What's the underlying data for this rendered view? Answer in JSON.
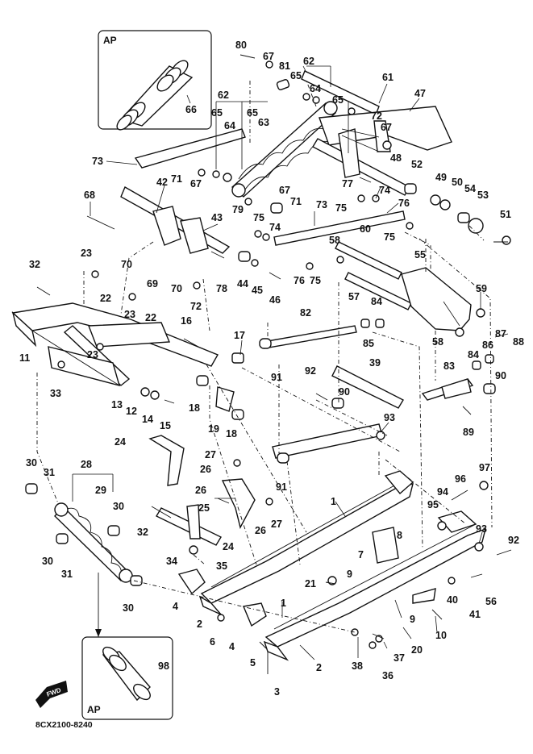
{
  "diagram": {
    "drawing_code": "8CX2100-8240",
    "inset_label": "AP",
    "direction_label": "FWD",
    "callouts": [
      "1",
      "2",
      "3",
      "4",
      "5",
      "6",
      "7",
      "8",
      "9",
      "10",
      "11",
      "12",
      "13",
      "14",
      "15",
      "16",
      "17",
      "18",
      "19",
      "20",
      "21",
      "22",
      "23",
      "24",
      "25",
      "26",
      "27",
      "28",
      "29",
      "30",
      "31",
      "32",
      "33",
      "34",
      "35",
      "36",
      "37",
      "38",
      "39",
      "40",
      "41",
      "42",
      "43",
      "44",
      "45",
      "46",
      "47",
      "48",
      "49",
      "50",
      "51",
      "52",
      "53",
      "54",
      "55",
      "56",
      "57",
      "58",
      "59",
      "60",
      "61",
      "62",
      "63",
      "64",
      "65",
      "66",
      "67",
      "68",
      "69",
      "70",
      "71",
      "72",
      "73",
      "74",
      "75",
      "76",
      "77",
      "78",
      "79",
      "80",
      "81",
      "82",
      "83",
      "84",
      "85",
      "86",
      "87",
      "88",
      "89",
      "90",
      "91",
      "92",
      "93",
      "94",
      "95",
      "96",
      "97",
      "98"
    ]
  }
}
